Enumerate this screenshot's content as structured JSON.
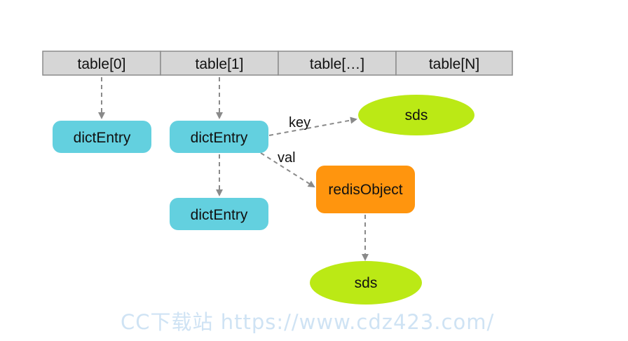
{
  "table": {
    "cells": [
      "table[0]",
      "table[1]",
      "table[…]",
      "table[N]"
    ],
    "fill": "#d6d6d6",
    "border": "#8c8c8c"
  },
  "nodes": {
    "dict_entry_0": "dictEntry",
    "dict_entry_1": "dictEntry",
    "dict_entry_next": "dictEntry",
    "key_sds": "sds",
    "redis_object": "redisObject",
    "value_sds": "sds"
  },
  "edges": {
    "key_label": "key",
    "val_label": "val"
  },
  "colors": {
    "dict_entry": "#63d0df",
    "sds": "#bbe915",
    "redis_object": "#ff950e",
    "arrow": "#8a8a8a"
  },
  "watermark": {
    "text": "CC下载站 https://www.cdz423.com/"
  }
}
